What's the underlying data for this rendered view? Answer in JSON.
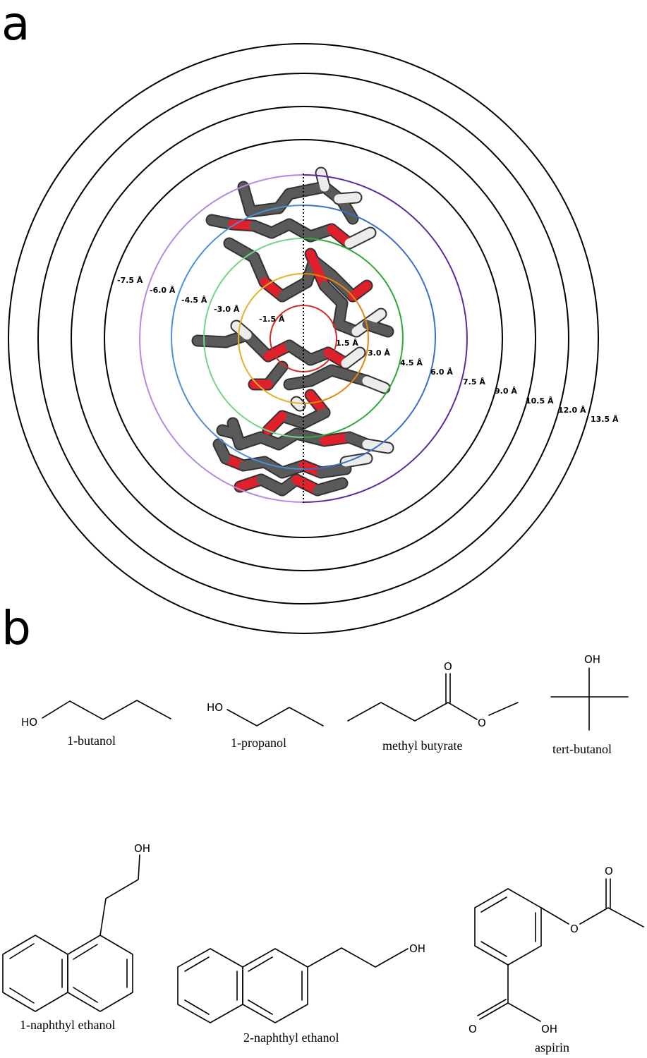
{
  "panel_a": {
    "label": "a",
    "ring_colors": {
      "1.5": "#d42a2a",
      "3.0": "#e6830f",
      "4.5": "#2ea83a",
      "6.0": "#3a6fc4",
      "7.5": "#5b2a9c",
      "neg_1.5": "#d42a2a",
      "neg_3.0": "#e6b02a",
      "neg_4.5": "#6fd68a",
      "neg_6.0": "#4a90d9",
      "neg_7.5": "#b48ae0"
    },
    "ring_labels_neg": [
      "-1.5 Å",
      "-3.0 Å",
      "-4.5 Å",
      "-6.0 Å",
      "-7.5 Å"
    ],
    "ring_labels_pos": [
      "1.5 Å",
      "3.0 Å",
      "4.5 Å",
      "6.0 Å",
      "7.5 Å",
      "9.0 Å",
      "10.5 Å",
      "12.0 Å",
      "13.5 Å"
    ],
    "atom_colors": {
      "carbon": "#5a5a5a",
      "oxygen": "#e0202a",
      "hydrogen": "#ececec"
    }
  },
  "panel_b": {
    "label": "b",
    "molecules": [
      {
        "name": "1-butanol",
        "atoms": [
          "HO"
        ]
      },
      {
        "name": "1-propanol",
        "atoms": [
          "HO"
        ]
      },
      {
        "name": "methyl butyrate",
        "atoms": [
          "O",
          "O"
        ]
      },
      {
        "name": "tert-butanol",
        "atoms": [
          "OH"
        ]
      },
      {
        "name": "1-naphthyl ethanol",
        "atoms": [
          "OH"
        ]
      },
      {
        "name": "2-naphthyl ethanol",
        "atoms": [
          "OH"
        ]
      },
      {
        "name": "aspirin",
        "atoms": [
          "O",
          "O",
          "O",
          "OH"
        ]
      }
    ]
  }
}
